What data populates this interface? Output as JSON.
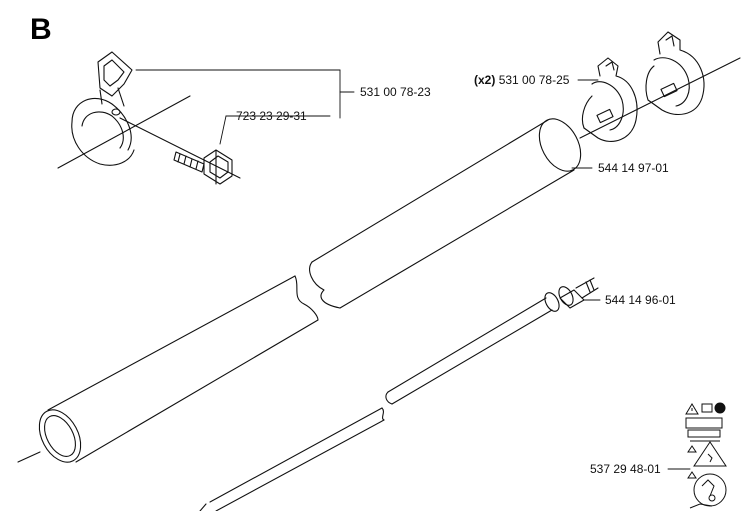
{
  "section_letter": "B",
  "parts": [
    {
      "number": "531 00 78-23",
      "part": "hanger-clamp"
    },
    {
      "number": "723 23 29-31",
      "part": "screw"
    },
    {
      "number": "531 00 78-25",
      "qty": "(x2)",
      "part": "shaft-clips"
    },
    {
      "number": "544 14 97-01",
      "part": "upper-tube"
    },
    {
      "number": "544 14 96-01",
      "part": "drive-shaft"
    },
    {
      "number": "537 29 48-01",
      "part": "warning-decal"
    }
  ]
}
